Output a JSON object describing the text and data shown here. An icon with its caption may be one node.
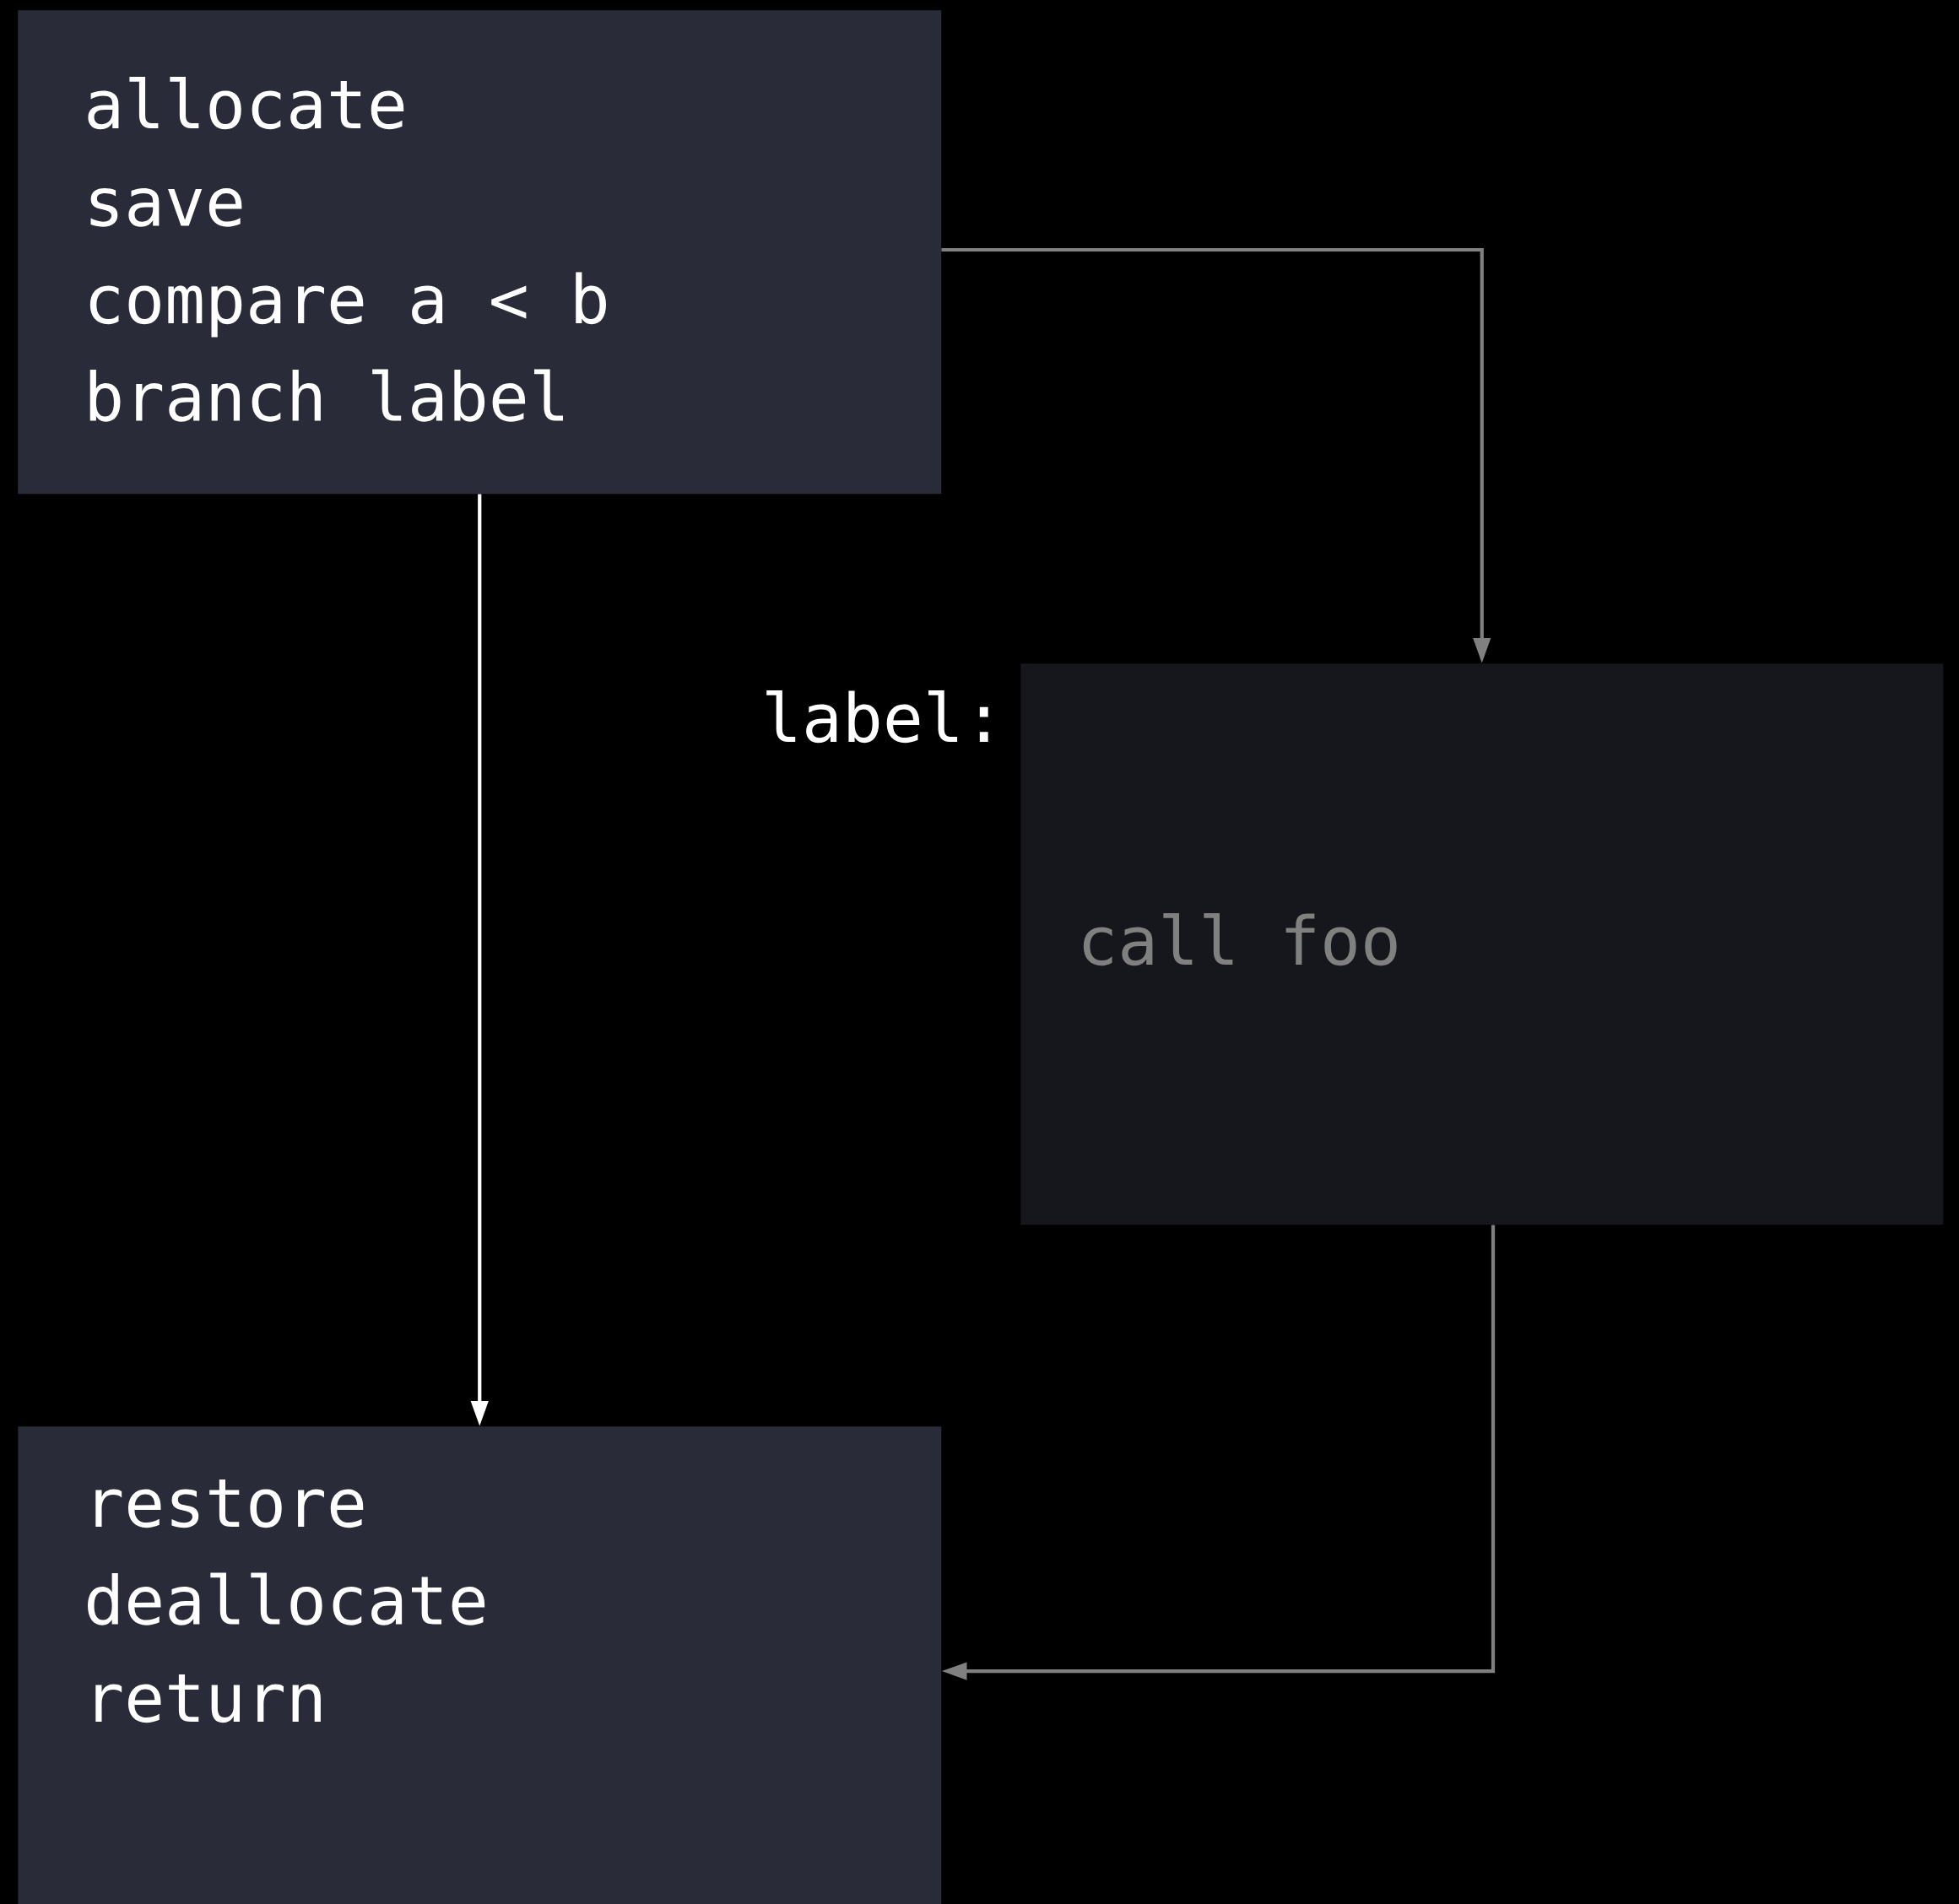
{
  "diagram": {
    "nodes": [
      {
        "text": [
          "allocate",
          "save",
          "compare a < b",
          "branch label"
        ]
      },
      {
        "text": [
          "call foo"
        ],
        "beside": [
          "label:"
        ]
      },
      {
        "text": [
          "restore",
          "deallocate",
          "return"
        ]
      }
    ],
    "edges": [
      {
        "from": 0,
        "to": 2,
        "arrow": "to",
        "color": "#ffffff"
      },
      {
        "from": 0,
        "to": 1,
        "arrow": "to"
      },
      {
        "from": 1,
        "to": 2,
        "arrow": "to"
      }
    ]
  }
}
